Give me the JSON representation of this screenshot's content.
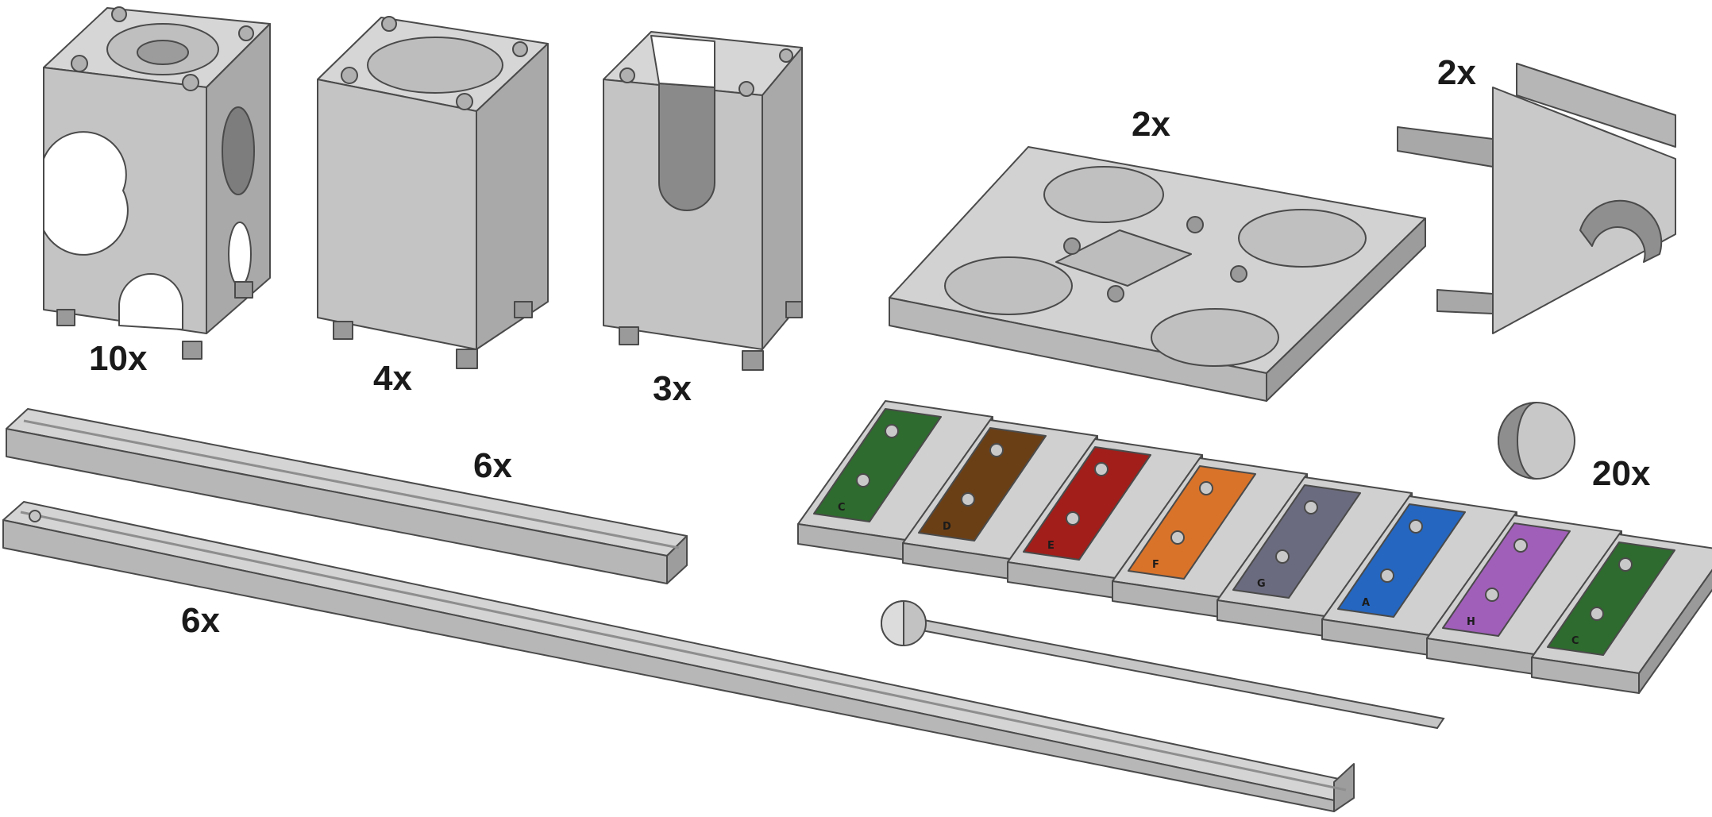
{
  "parts": {
    "cube_holes": {
      "name": "cube-with-holes",
      "qty": "10x"
    },
    "cube_solid": {
      "name": "solid-cube",
      "qty": "4x"
    },
    "cube_slot": {
      "name": "slotted-cube",
      "qty": "3x"
    },
    "baseplate": {
      "name": "baseplate",
      "qty": "2x"
    },
    "ramp": {
      "name": "ramp-piece",
      "qty": "2x"
    },
    "rail_short": {
      "name": "short-rail",
      "qty": "6x"
    },
    "rail_long": {
      "name": "long-rail",
      "qty": "6x"
    },
    "marble": {
      "name": "marble",
      "qty": "20x"
    }
  },
  "xylophone": {
    "bars": [
      {
        "note": "C",
        "color": "#2e6b2e"
      },
      {
        "note": "D",
        "color": "#6b3f16"
      },
      {
        "note": "E",
        "color": "#a11e1a"
      },
      {
        "note": "F",
        "color": "#d9732a"
      },
      {
        "note": "G",
        "color": "#6b6b7f"
      },
      {
        "note": "A",
        "color": "#2466c0"
      },
      {
        "note": "H",
        "color": "#a05fb8"
      },
      {
        "note": "C",
        "color": "#2e6b2e"
      }
    ]
  },
  "colors": {
    "part_light": "#d2d2d2",
    "part_mid": "#bdbdbd",
    "part_dark": "#8f8f8f",
    "outline": "#4a4a4a"
  }
}
